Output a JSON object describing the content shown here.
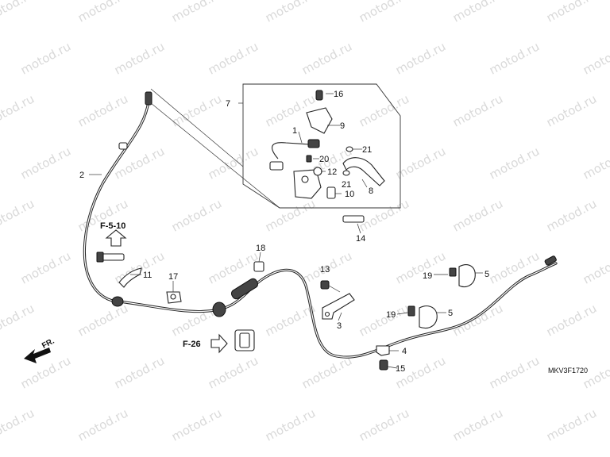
{
  "watermark": "motod.ru",
  "diagram_code": "MKV3F1720",
  "direction_label": "FR.",
  "references": {
    "upper": "F-5-10",
    "lower": "F-26"
  },
  "callouts": {
    "c1": "1",
    "c2": "2",
    "c3": "3",
    "c4": "4",
    "c5a": "5",
    "c5b": "5",
    "c7": "7",
    "c8": "8",
    "c9": "9",
    "c10": "10",
    "c11": "11",
    "c12": "12",
    "c13": "13",
    "c14": "14",
    "c15": "15",
    "c16": "16",
    "c17": "17",
    "c18": "18",
    "c19a": "19",
    "c19b": "19",
    "c20": "20",
    "c21a": "21",
    "c21b": "21"
  },
  "colors": {
    "line": "#222222",
    "watermark": "#d9d9d9",
    "background": "#ffffff"
  }
}
